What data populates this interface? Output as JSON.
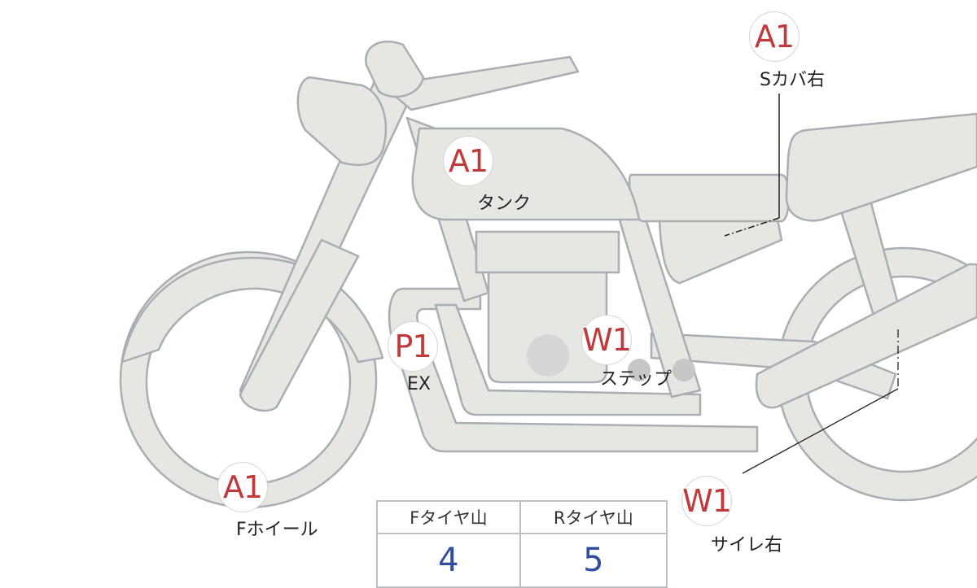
{
  "annotations": [
    {
      "code": "A1",
      "label": "Sカバ右"
    },
    {
      "code": "A1",
      "label": "タンク"
    },
    {
      "code": "P1",
      "label": "EX"
    },
    {
      "code": "W1",
      "label": "ステップ"
    },
    {
      "code": "A1",
      "label": "Fホイール"
    },
    {
      "code": "W1",
      "label": "サイレ右"
    }
  ],
  "tire_table": {
    "headers": [
      "Fタイヤ山",
      "Rタイヤ山"
    ],
    "values": [
      "4",
      "5"
    ]
  },
  "colors": {
    "code": "#c0393b",
    "value": "#2f4ea0",
    "part_fill": "#e6e6e3",
    "part_stroke": "#a9aeb4"
  }
}
